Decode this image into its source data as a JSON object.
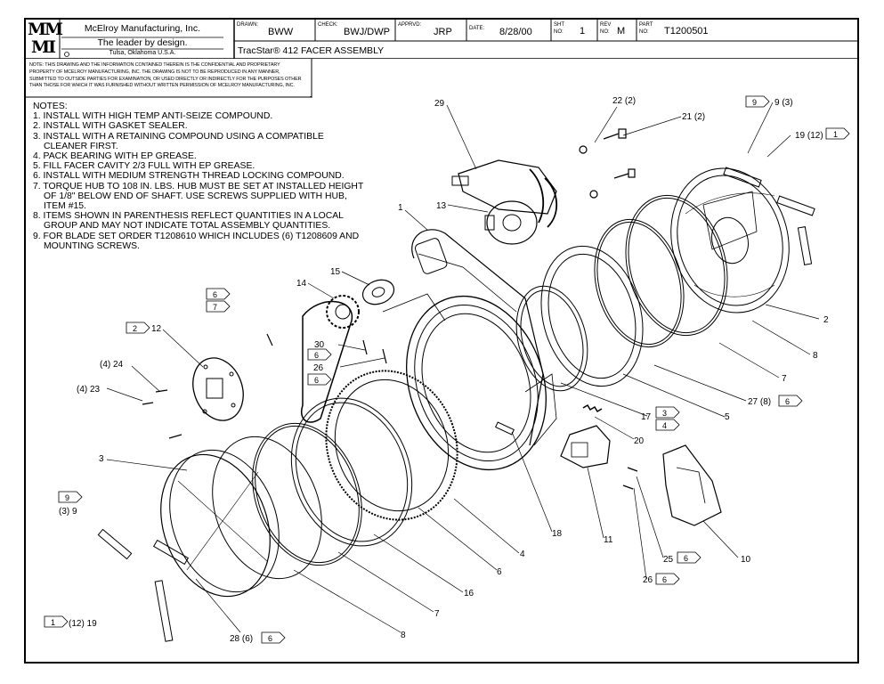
{
  "title_block": {
    "logo_line1": "MM",
    "logo_line2": "MI",
    "company": "McElroy Manufacturing, Inc.",
    "slogan": "The leader by design.",
    "location": "Tulsa, Oklahoma U.S.A.",
    "drawn_label": "DRAWN:",
    "drawn_value": "BWW",
    "check_label": "CHECK:",
    "check_value": "BWJ/DWP",
    "apprvd_label": "APPRVD:",
    "apprvd_value": "JRP",
    "date_label": "DATE:",
    "date_value": "8/28/00",
    "sht_label1": "SHT",
    "sht_label2": "No:",
    "sht_value": "1",
    "rev_label1": "REV",
    "rev_label2": "No:",
    "rev_value": "M",
    "part_label1": "PART",
    "part_label2": "No:",
    "part_value": "T1200501",
    "drawing_title": "TracStar® 412 FACER ASSEMBLY",
    "notice_lines": [
      "NOTE: THIS DRAWING AND THE INFORMATION CONTAINED THEREIN IS THE CONFIDENTIAL AND PROPRIETARY",
      "PROPERTY OF McElroy Manufacturing, Inc. THE DRAWING IS NOT TO BE REPRODUCED IN ANY MANNER,",
      "SUBMITTED TO OUTSIDE PARTIES FOR EXAMINATION, OR USED DIRECTLY OR INDIRECTLY FOR THE PURPOSES OTHER",
      "THAN THOSE FOR WHICH IT WAS FURNISHED WITHOUT WRITTEN PERMISSION OF McElroy Manufacturing, Inc."
    ]
  },
  "notes": {
    "heading": "NOTES:",
    "items": [
      "1. INSTALL WITH HIGH TEMP ANTI-SEIZE COMPOUND.",
      "2. INSTALL WITH GASKET SEALER.",
      "3. INSTALL WITH A RETAINING COMPOUND USING A COMPATIBLE CLEANER FIRST.",
      "4. PACK BEARING WITH EP GREASE.",
      "5. FILL FACER CAVITY 2/3 FULL WITH EP GREASE.",
      "6. INSTALL WITH MEDIUM STRENGTH THREAD LOCKING COMPOUND.",
      "7. TORQUE HUB TO 108 IN. LBS. HUB MUST BE SET AT INSTALLED HEIGHT OF 1/8\" BELOW END OF SHAFT. USE SCREWS SUPPLIED WITH HUB, ITEM #15.",
      "8. ITEMS SHOWN IN PARENTHESIS REFLECT QUANTITIES IN A LOCAL GROUP AND MAY NOT INDICATE TOTAL ASSEMBLY QUANTITIES.",
      "9. FOR BLADE SET ORDER T1208610 WHICH INCLUDES (6) T1208609 AND MOUNTING SCREWS."
    ]
  },
  "callouts": {
    "c1": "1",
    "c2": "2",
    "c3": "3",
    "c4": "4",
    "c5": "5",
    "c6": "6",
    "c7": "7",
    "c8a": "8",
    "c8b": "8",
    "c10": "10",
    "c11": "11",
    "c13": "13",
    "c14": "14",
    "c15": "15",
    "c16": "16",
    "c17": "17",
    "c18": "18",
    "c20": "20",
    "c29": "29",
    "c12": "12",
    "c22": "22 (2)",
    "c21": "21 (2)",
    "c9top": "9 (3)",
    "c19top": "19 (12)",
    "c24": "(4) 24",
    "c23": "(4) 23",
    "c30": "30",
    "c26a": "26",
    "c27": "27 (8)",
    "c25": "25",
    "c26b": "26",
    "c28": "28 (6)",
    "c9left": "(3) 9",
    "c19left": "(12) 19"
  },
  "note_flags": {
    "f9top": "9",
    "f1top": "1",
    "f6a": "6",
    "f7a": "7",
    "f2": "2",
    "f6b": "6",
    "f6c": "6",
    "f3": "3",
    "f4": "4",
    "f6d": "6",
    "f6e": "6",
    "f6f": "6",
    "f6g": "6",
    "f9left": "9",
    "f1left": "1"
  }
}
